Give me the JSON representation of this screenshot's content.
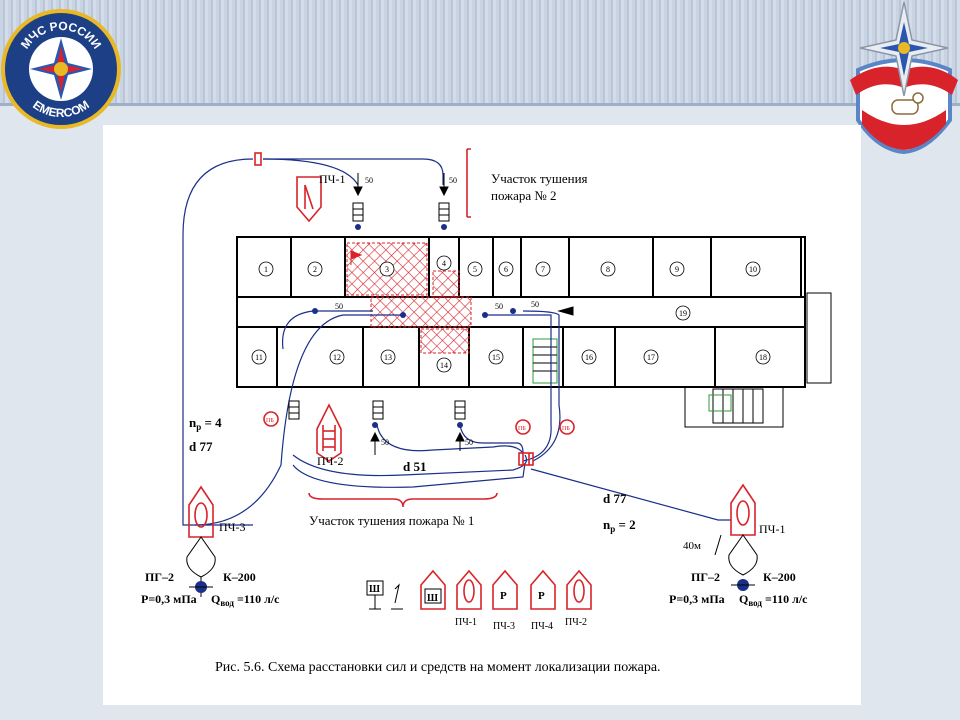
{
  "logo_left": {
    "top_text": "МЧС РОССИИ",
    "bottom_text": "EMERCOM"
  },
  "labels": {
    "zone2_line1": "Участок тушения",
    "zone2_line2": "пожара № 2",
    "zone1": "Участок тушения пожара № 1",
    "pch1_top": "ПЧ-1",
    "pch2_mid": "ПЧ-2",
    "pch3_left": "ПЧ-3",
    "pch1_right": "ПЧ-1",
    "d51": "d  51",
    "d77_left": "d  77",
    "d77_right": "d  77",
    "np_left": "n",
    "np_left_sub": "р",
    "np_left_val": " = 4",
    "np_right": "n",
    "np_right_sub": "р",
    "np_right_val": " = 2",
    "dist_40": "40м",
    "hose50": "50",
    "pg_left": "ПГ–2",
    "k_left": "К–200",
    "p_left": "Р=0,3 мПа",
    "q_left": "Q",
    "q_left_sub": "вод",
    "q_left_val": " =110 л/с",
    "pg_right": "ПГ–2",
    "k_right": "К–200",
    "p_right": "Р=0,3 мПа",
    "q_right": "Q",
    "q_right_sub": "вод",
    "q_right_val": " =110 л/с",
    "legend_sh": "Ш",
    "legend_p1": "ПЧ-1",
    "legend_p3": "ПЧ-3",
    "legend_p4": "ПЧ-4",
    "legend_p2": "ПЧ-2",
    "truck_letter_sh": "Ш",
    "truck_letter_r": "Р",
    "pb": "ПБ",
    "caption": "Рис. 5.6. Схема расстановки сил и средств на момент локализации пожара."
  },
  "rooms": [
    "1",
    "2",
    "3",
    "4",
    "5",
    "6",
    "7",
    "8",
    "9",
    "10",
    "11",
    "12",
    "13",
    "14",
    "15",
    "16",
    "17",
    "18",
    "19"
  ],
  "colors": {
    "fire_red": "#d9232a",
    "hose_blue": "#1a2f8a",
    "stair_green": "#2f9a3b"
  }
}
